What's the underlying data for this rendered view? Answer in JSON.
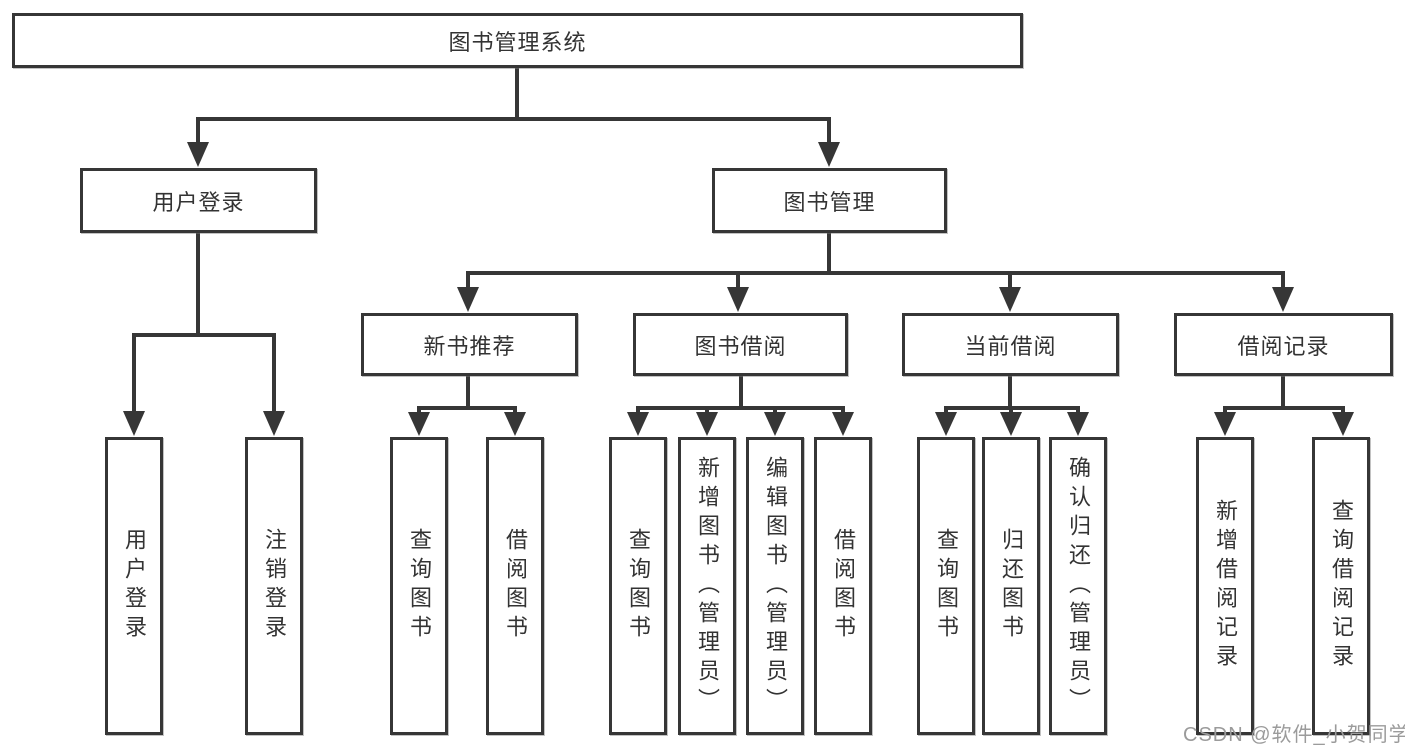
{
  "diagram": {
    "type": "tree",
    "root": {
      "label": "图书管理系统",
      "children": [
        {
          "label": "用户登录",
          "children": [
            {
              "label": "用户登录"
            },
            {
              "label": "注销登录"
            }
          ]
        },
        {
          "label": "图书管理",
          "children": [
            {
              "label": "新书推荐",
              "children": [
                {
                  "label": "查询图书"
                },
                {
                  "label": "借阅图书"
                }
              ]
            },
            {
              "label": "图书借阅",
              "children": [
                {
                  "label": "查询图书"
                },
                {
                  "label": "新增图书（管理员）"
                },
                {
                  "label": "编辑图书（管理员）"
                },
                {
                  "label": "借阅图书"
                }
              ]
            },
            {
              "label": "当前借阅",
              "children": [
                {
                  "label": "查询图书"
                },
                {
                  "label": "归还图书"
                },
                {
                  "label": "确认归还（管理员）"
                }
              ]
            },
            {
              "label": "借阅记录",
              "children": [
                {
                  "label": "新增借阅记录"
                },
                {
                  "label": "查询借阅记录"
                }
              ]
            }
          ]
        }
      ]
    },
    "watermark": "CSDN @软件_小贺同学",
    "colors": {
      "line": "#363636",
      "text": "#333333",
      "box_fill": "#ffffff",
      "background": "#ffffff",
      "watermark": "#9b9b9b"
    }
  }
}
